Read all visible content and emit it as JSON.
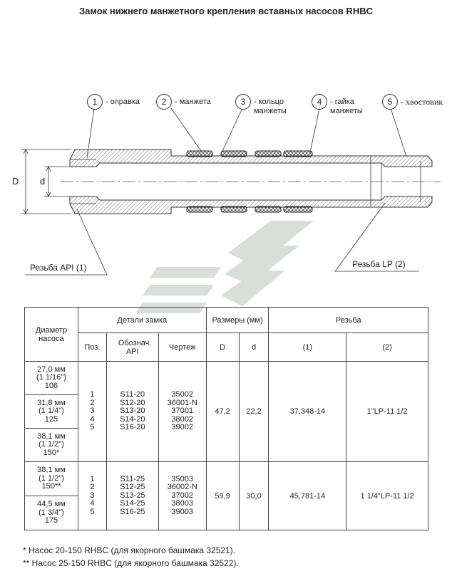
{
  "title": "Замок нижнего манжетного крепления вставных насосов RHBC",
  "callouts": [
    {
      "num": "1",
      "text": "- оправка"
    },
    {
      "num": "2",
      "text": "- манжета"
    },
    {
      "num": "3",
      "text": "- кольцо манжеты"
    },
    {
      "num": "4",
      "text": "- гайка манжеты"
    },
    {
      "num": "5",
      "text": "- хвостовик"
    }
  ],
  "dims": {
    "D": "D",
    "d": "d"
  },
  "threads": {
    "api": "Резьба API (1)",
    "lp": "Резьба LP (2)"
  },
  "table": {
    "h_diameter": "Диаметр насоса",
    "h_details": "Детали замка",
    "h_sizes": "Размеры (мм)",
    "h_thread": "Резьба",
    "h_pos": "Поз.",
    "h_designation": "Обознач. API",
    "h_drawing": "Чертеж",
    "h_D": "D",
    "h_d": "d",
    "h_t1": "(1)",
    "h_t2": "(2)",
    "groups": [
      {
        "diameters": [
          [
            "27,0 мм",
            "(1 1/16\")",
            "106"
          ],
          [
            "31,8 мм",
            "(1 1/4\")",
            "125"
          ],
          [
            "38,1 мм",
            "(1 1/2\")",
            "150*"
          ]
        ],
        "pos": [
          "1",
          "2",
          "3",
          "4",
          "5"
        ],
        "api": [
          "S11-20",
          "S12-20",
          "S13-20",
          "S14-20",
          "S16-20"
        ],
        "drawing": [
          "35002",
          "36001-N",
          "37001",
          "38002",
          "39002"
        ],
        "D": "47,2",
        "d": "22,2",
        "t1": "37,348-14",
        "t2": "1\"LP-11 1/2"
      },
      {
        "diameters": [
          [
            "38,1 мм",
            "(1 1/2\")",
            "150**"
          ],
          [
            "44,5 мм",
            "(1 3/4\")",
            "175"
          ]
        ],
        "pos": [
          "1",
          "2",
          "3",
          "4",
          "5"
        ],
        "api": [
          "S11-25",
          "S12-25",
          "S13-25",
          "S14-25",
          "S16-25"
        ],
        "drawing": [
          "35003",
          "36002-N",
          "37002",
          "38003",
          "39003"
        ],
        "D": "59,9",
        "d": "30,0",
        "t1": "45,781-14",
        "t2": "1 1/4\"LP-11 1/2"
      }
    ]
  },
  "footnotes": [
    "* Насос 20-150 RHBC (для  якорного башмака 32521).",
    "** Насос 25-150 RHBC (для  якорного башмака 32522)."
  ]
}
